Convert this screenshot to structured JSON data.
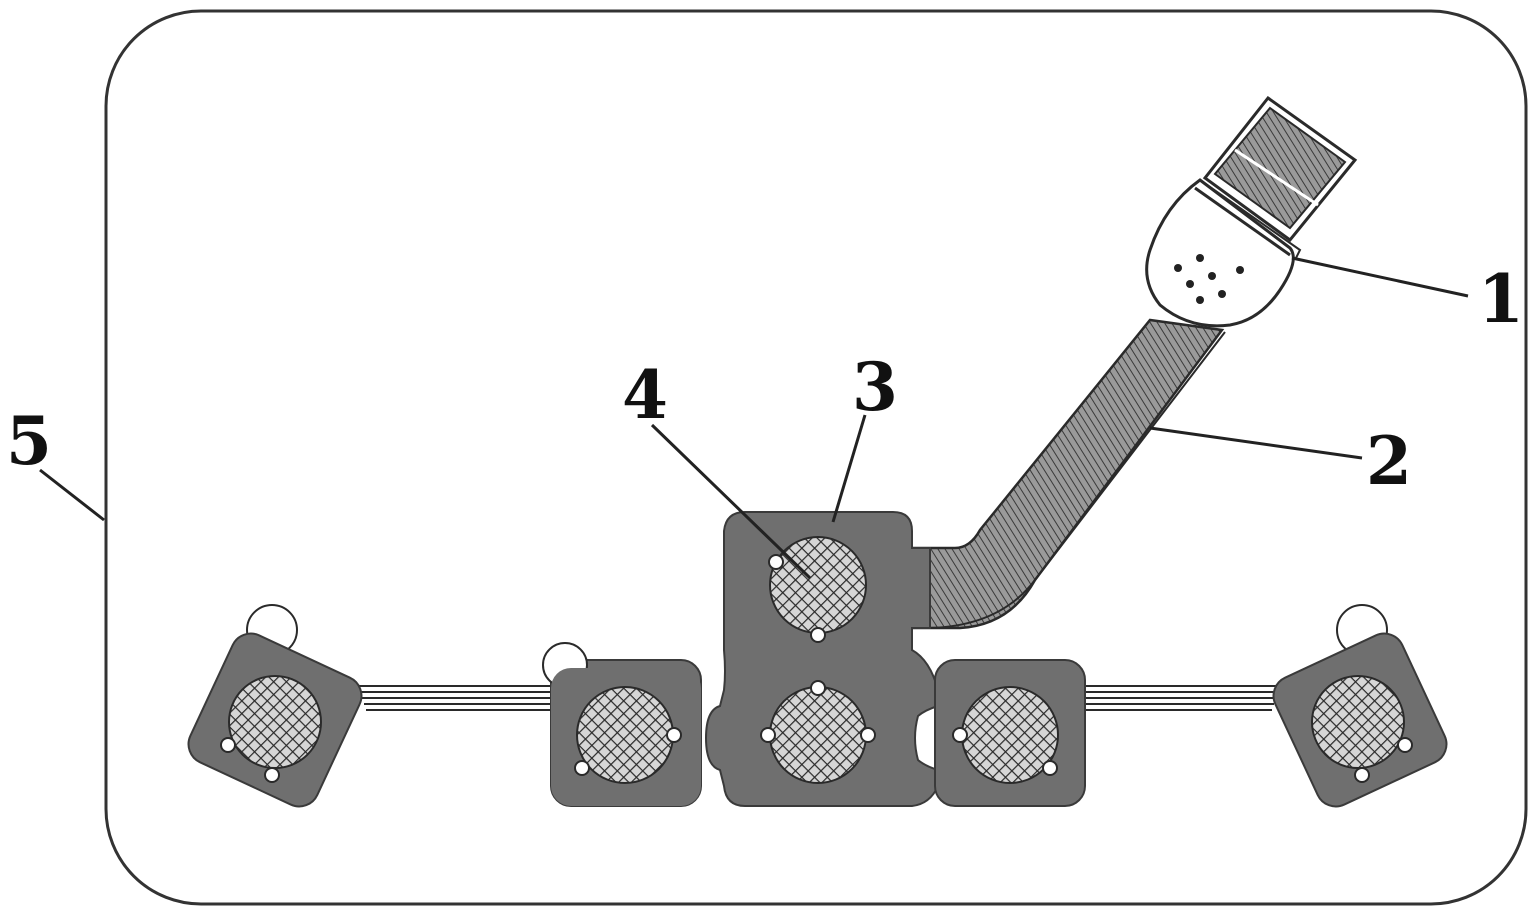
{
  "callouts": [
    {
      "id": "1",
      "label": "1"
    },
    {
      "id": "2",
      "label": "2"
    },
    {
      "id": "3",
      "label": "3"
    },
    {
      "id": "4",
      "label": "4"
    },
    {
      "id": "5",
      "label": "5"
    }
  ],
  "colors": {
    "pad": "#6f6f6f",
    "outline": "#2a2a2a",
    "background": "#ffffff"
  }
}
